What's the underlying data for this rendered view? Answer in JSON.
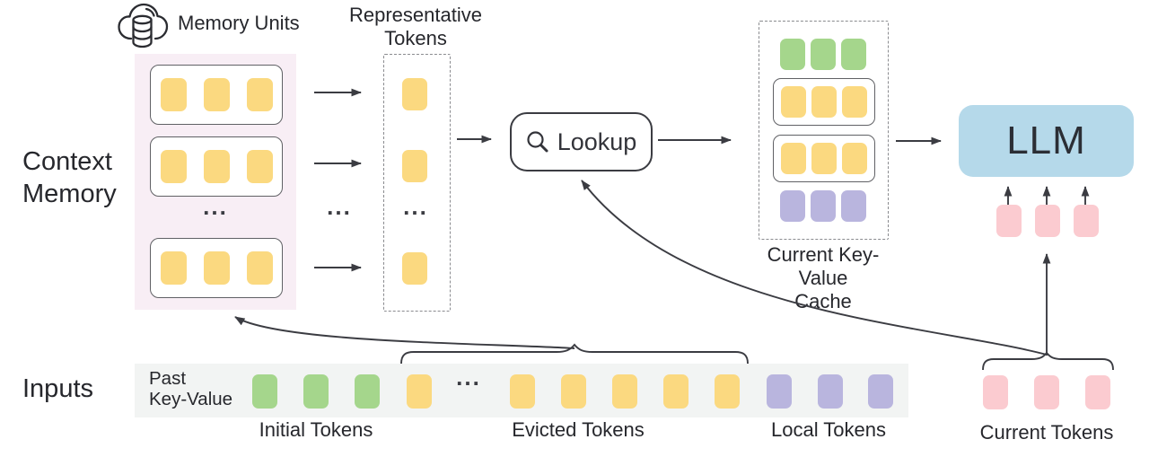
{
  "colors": {
    "yellow": "#FBD980",
    "green": "#A5D68C",
    "purple": "#B9B5DE",
    "pink": "#FBCBD0",
    "blue": "#B5D9EA",
    "memory-bg": "#F8EEF5",
    "strip-bg": "#F2F4F3",
    "line": "#3B3C42",
    "text": "#26272C",
    "dash": "#8A8B8F"
  },
  "labels": {
    "memory_units": "Memory Units",
    "representative_line1": "Representative",
    "representative_line2": "Tokens",
    "context_line1": "Context",
    "context_line2": "Memory",
    "lookup": "Lookup",
    "cache_line1": "Current Key-Value",
    "cache_line2": "Cache",
    "llm": "LLM",
    "inputs": "Inputs",
    "past_kv_line1": "Past",
    "past_kv_line2": "Key-Value",
    "initial_tokens": "Initial Tokens",
    "evicted_tokens": "Evicted Tokens",
    "local_tokens": "Local Tokens",
    "current_tokens": "Current Tokens",
    "ellipsis": "..."
  },
  "icons": {
    "cloud": "cloud-database-icon",
    "magnifier": "magnifier-icon"
  },
  "tokens": {
    "memory_row": {
      "count": 3,
      "color": "yellow",
      "name": "memory-unit-token"
    },
    "rep_single": {
      "count": 1,
      "color": "yellow",
      "name": "representative-token"
    },
    "cache_green": {
      "count": 3,
      "color": "green",
      "name": "initial-token"
    },
    "cache_yellow": {
      "count": 3,
      "color": "yellow",
      "name": "retrieved-memory-token"
    },
    "cache_purple": {
      "count": 3,
      "color": "purple",
      "name": "local-token"
    },
    "strip_initial": {
      "count": 3,
      "color": "green",
      "name": "initial-token"
    },
    "strip_evicted_head": {
      "count": 1,
      "color": "yellow",
      "name": "evicted-token"
    },
    "strip_evicted_tail": {
      "count": 5,
      "color": "yellow",
      "name": "evicted-token"
    },
    "strip_local": {
      "count": 3,
      "color": "purple",
      "name": "local-token"
    },
    "llm_inputs": {
      "count": 3,
      "color": "pink",
      "name": "current-token"
    },
    "current_group": {
      "count": 3,
      "color": "pink",
      "name": "current-token"
    }
  }
}
